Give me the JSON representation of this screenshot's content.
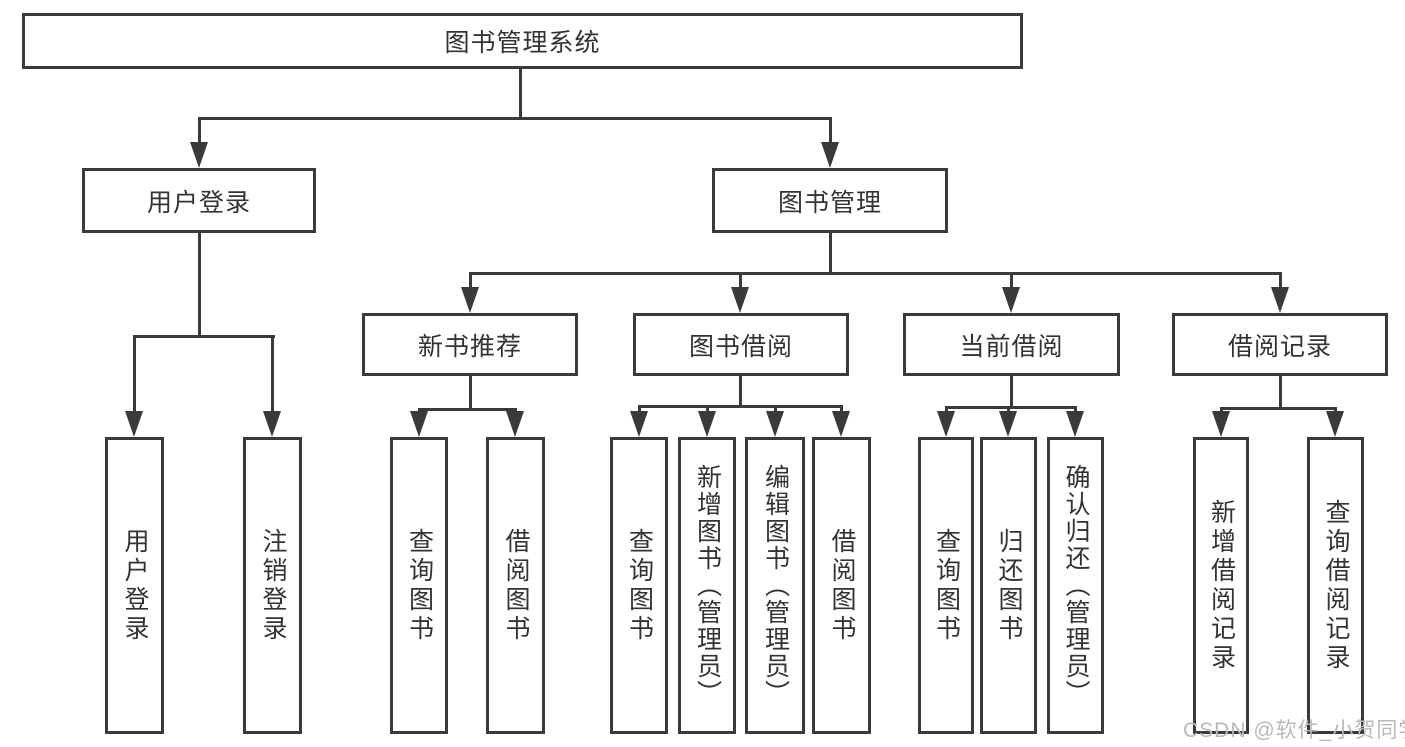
{
  "diagram": {
    "type": "hierarchy-tree",
    "boxes": [
      {
        "id": "root",
        "label": "图书管理系统"
      },
      {
        "id": "user-login",
        "label": "用户登录"
      },
      {
        "id": "book-management",
        "label": "图书管理"
      },
      {
        "id": "new-book-recommend",
        "label": "新书推荐"
      },
      {
        "id": "book-borrow",
        "label": "图书借阅"
      },
      {
        "id": "current-borrow",
        "label": "当前借阅"
      },
      {
        "id": "borrow-record",
        "label": "借阅记录"
      },
      {
        "id": "leaf-user-login",
        "label": "用户登录"
      },
      {
        "id": "leaf-logout",
        "label": "注销登录"
      },
      {
        "id": "leaf-query-book-1",
        "label": "查询图书"
      },
      {
        "id": "leaf-borrow-book-1",
        "label": "借阅图书"
      },
      {
        "id": "leaf-query-book-2",
        "label": "查询图书"
      },
      {
        "id": "leaf-add-book-admin",
        "label": "新增图书（管理员）"
      },
      {
        "id": "leaf-edit-book-admin",
        "label": "编辑图书（管理员）"
      },
      {
        "id": "leaf-borrow-book-2",
        "label": "借阅图书"
      },
      {
        "id": "leaf-query-book-3",
        "label": "查询图书"
      },
      {
        "id": "leaf-return-book",
        "label": "归还图书"
      },
      {
        "id": "leaf-confirm-return-admin",
        "label": "确认归还（管理员）"
      },
      {
        "id": "leaf-add-borrow-record",
        "label": "新增借阅记录"
      },
      {
        "id": "leaf-query-borrow-record",
        "label": "查询借阅记录"
      }
    ],
    "edges": [
      {
        "from": "root",
        "to": [
          "user-login",
          "book-management"
        ]
      },
      {
        "from": "user-login",
        "to": [
          "leaf-user-login",
          "leaf-logout"
        ]
      },
      {
        "from": "book-management",
        "to": [
          "new-book-recommend",
          "book-borrow",
          "current-borrow",
          "borrow-record"
        ]
      },
      {
        "from": "new-book-recommend",
        "to": [
          "leaf-query-book-1",
          "leaf-borrow-book-1"
        ]
      },
      {
        "from": "book-borrow",
        "to": [
          "leaf-query-book-2",
          "leaf-add-book-admin",
          "leaf-edit-book-admin",
          "leaf-borrow-book-2"
        ]
      },
      {
        "from": "current-borrow",
        "to": [
          "leaf-query-book-3",
          "leaf-return-book",
          "leaf-confirm-return-admin"
        ]
      },
      {
        "from": "borrow-record",
        "to": [
          "leaf-add-borrow-record",
          "leaf-query-borrow-record"
        ]
      }
    ],
    "colors": {
      "line": "#3a3a3a",
      "box_border": "#3a3a3a",
      "box_fill": "#ffffff",
      "text": "#333333",
      "background": "#ffffff"
    }
  },
  "watermark": {
    "text": "CSDN @软件_小贺同学",
    "color": "#b9b9b9"
  }
}
